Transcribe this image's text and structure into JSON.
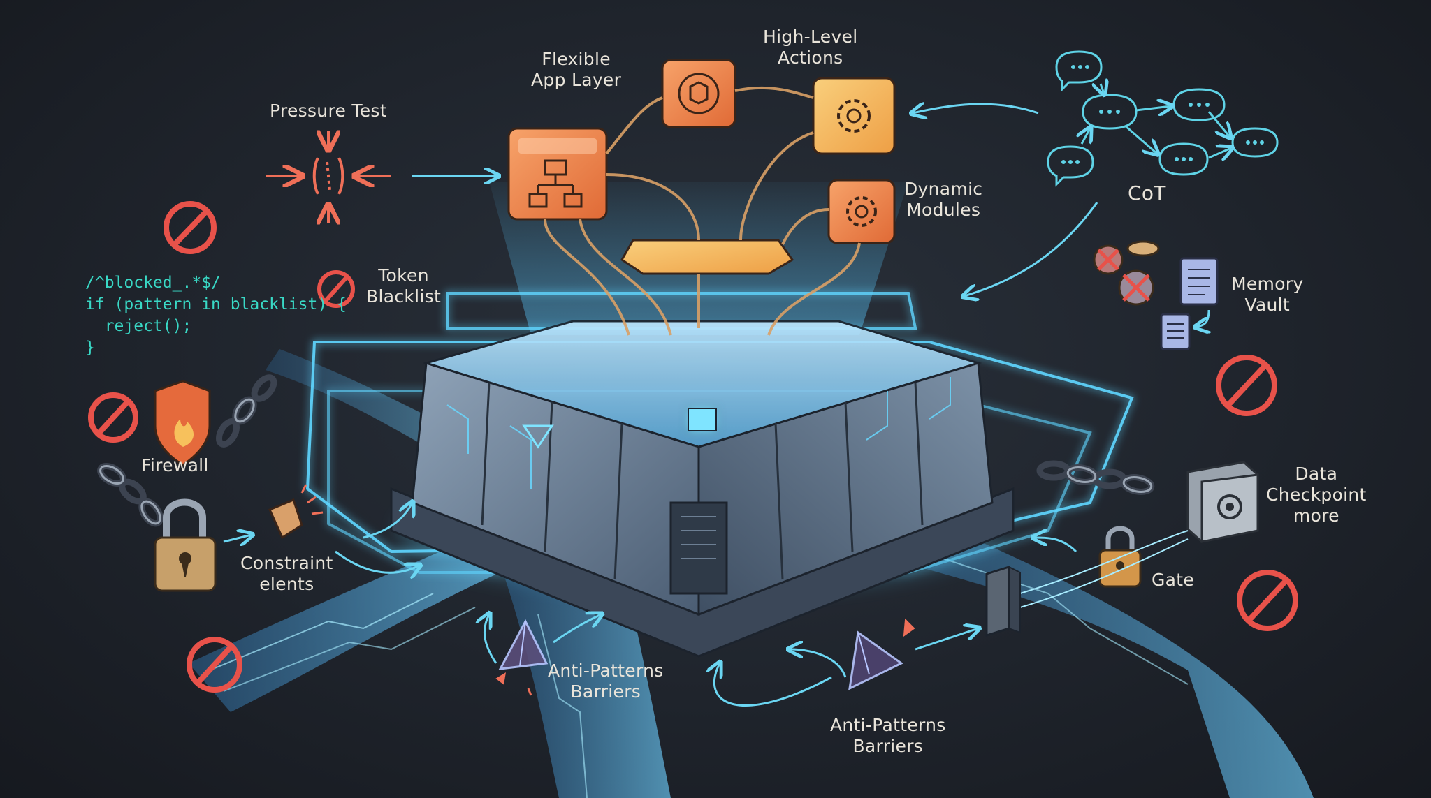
{
  "labels": {
    "flexible_app_layer": [
      "Flexible",
      "App Layer"
    ],
    "high_level_actions": [
      "High-Level",
      "Actions"
    ],
    "pressure_test": "Pressure Test",
    "dynamic_modules": [
      "Dynamic",
      "Modules"
    ],
    "cot": "CoT",
    "token_blacklist": [
      "Token",
      "Blacklist"
    ],
    "memory_vault": [
      "Memory",
      "Vault"
    ],
    "firewall": "Firewall",
    "constraint_elements": [
      "Constraint",
      "elents"
    ],
    "data_checkpoint": [
      "Data",
      "Checkpoint",
      "more"
    ],
    "gate": "Gate",
    "anti_patterns_left": [
      "Anti-Patterns",
      "Barriers"
    ],
    "anti_patterns_right": [
      "Anti-Patterns",
      "Barriers"
    ]
  },
  "code_snippet": [
    "/^blocked_.*$/",
    "if (pattern in blacklist) {",
    "  reject();",
    "}"
  ],
  "colors": {
    "background": "#1d2128",
    "glow": "#57d3ff",
    "orange_module": "#f0894f",
    "amber_module": "#f4b55a",
    "warning_red": "#e8524a",
    "code_teal": "#39d9c6",
    "label_text": "#e9e4da"
  },
  "icons": [
    "prohibition-icon",
    "shield-flame-icon",
    "padlock-icon",
    "chain-icon",
    "gear-icon",
    "cube-refresh-icon",
    "flowchart-window-icon",
    "speech-bubble-icon",
    "document-icon",
    "safe-icon",
    "compression-arrows-icon",
    "crystal-shard-icon"
  ]
}
